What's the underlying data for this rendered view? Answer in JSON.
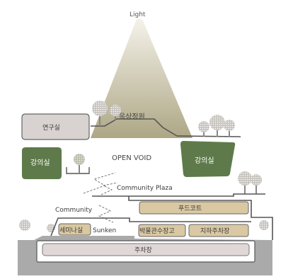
{
  "labels": {
    "light": "Light",
    "rooftop_garden": "옥상정원",
    "research_room": "연구실",
    "open_void": "OPEN VOID",
    "lecture_left": "강의실",
    "lecture_right": "강의실",
    "community_plaza": "Community Plaza",
    "community": "Community",
    "food_court": "푸드코트",
    "seminar_room": "세미나실",
    "sunken": "Sunken",
    "museum_storage": "박물관수장고",
    "underground_parking": "지하주차장",
    "parking": "주차장"
  },
  "colors": {
    "light_cone": "#b5ae8c",
    "green_block": "#5e7a4a",
    "grey_block": "#d8d2d0",
    "tan_block": "#d9c8a2",
    "ground_grey": "#aaaaaa",
    "parking_block": "#e0d8d6",
    "outline": "#555555"
  }
}
